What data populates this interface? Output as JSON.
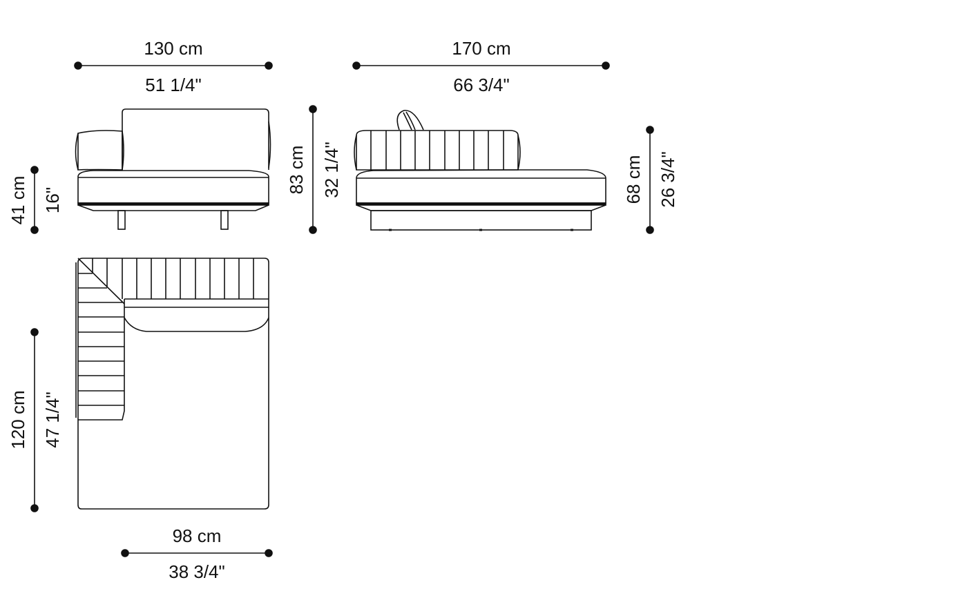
{
  "drawing": {
    "title": "Chaise longue sofa module dimension drawing",
    "line_color": "#111111",
    "background": "#ffffff"
  },
  "views": {
    "front": {
      "name": "front-view"
    },
    "side": {
      "name": "side-view"
    },
    "top": {
      "name": "top-view"
    }
  },
  "dimensions": {
    "front_width": {
      "metric": "130 cm",
      "imperial": "51 1/4\""
    },
    "side_depth": {
      "metric": "170 cm",
      "imperial": "66 3/4\""
    },
    "seat_height": {
      "metric": "41 cm",
      "imperial": "16\""
    },
    "total_height": {
      "metric": "83 cm",
      "imperial": "32 1/4\""
    },
    "arm_height": {
      "metric": "68 cm",
      "imperial": "26 3/4\""
    },
    "top_depth": {
      "metric": "120 cm",
      "imperial": "47 1/4\""
    },
    "top_width": {
      "metric": "98 cm",
      "imperial": "38 3/4\""
    }
  }
}
